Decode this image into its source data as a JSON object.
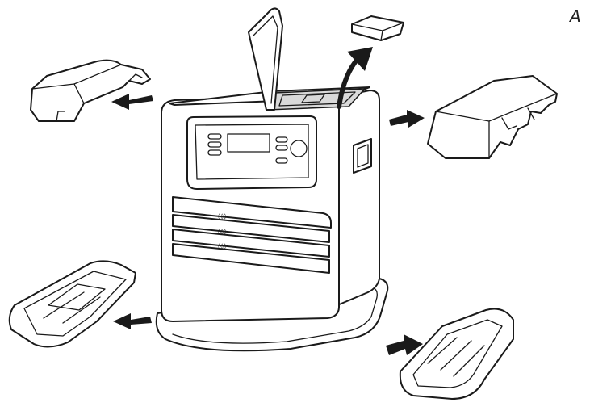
{
  "figure_letter": "A",
  "parts": {
    "heater": "heater-body",
    "lid": "open-tank-lid",
    "cap": "tank-cap",
    "packing_top_left": "packing-top-left",
    "packing_top_right": "packing-top-right",
    "packing_bottom_left": "packing-bottom-left",
    "packing_bottom_right": "packing-bottom-right"
  },
  "colors": {
    "line": "#1a1a1a",
    "fill": "#ffffff",
    "shade": "#d9d9d9"
  }
}
